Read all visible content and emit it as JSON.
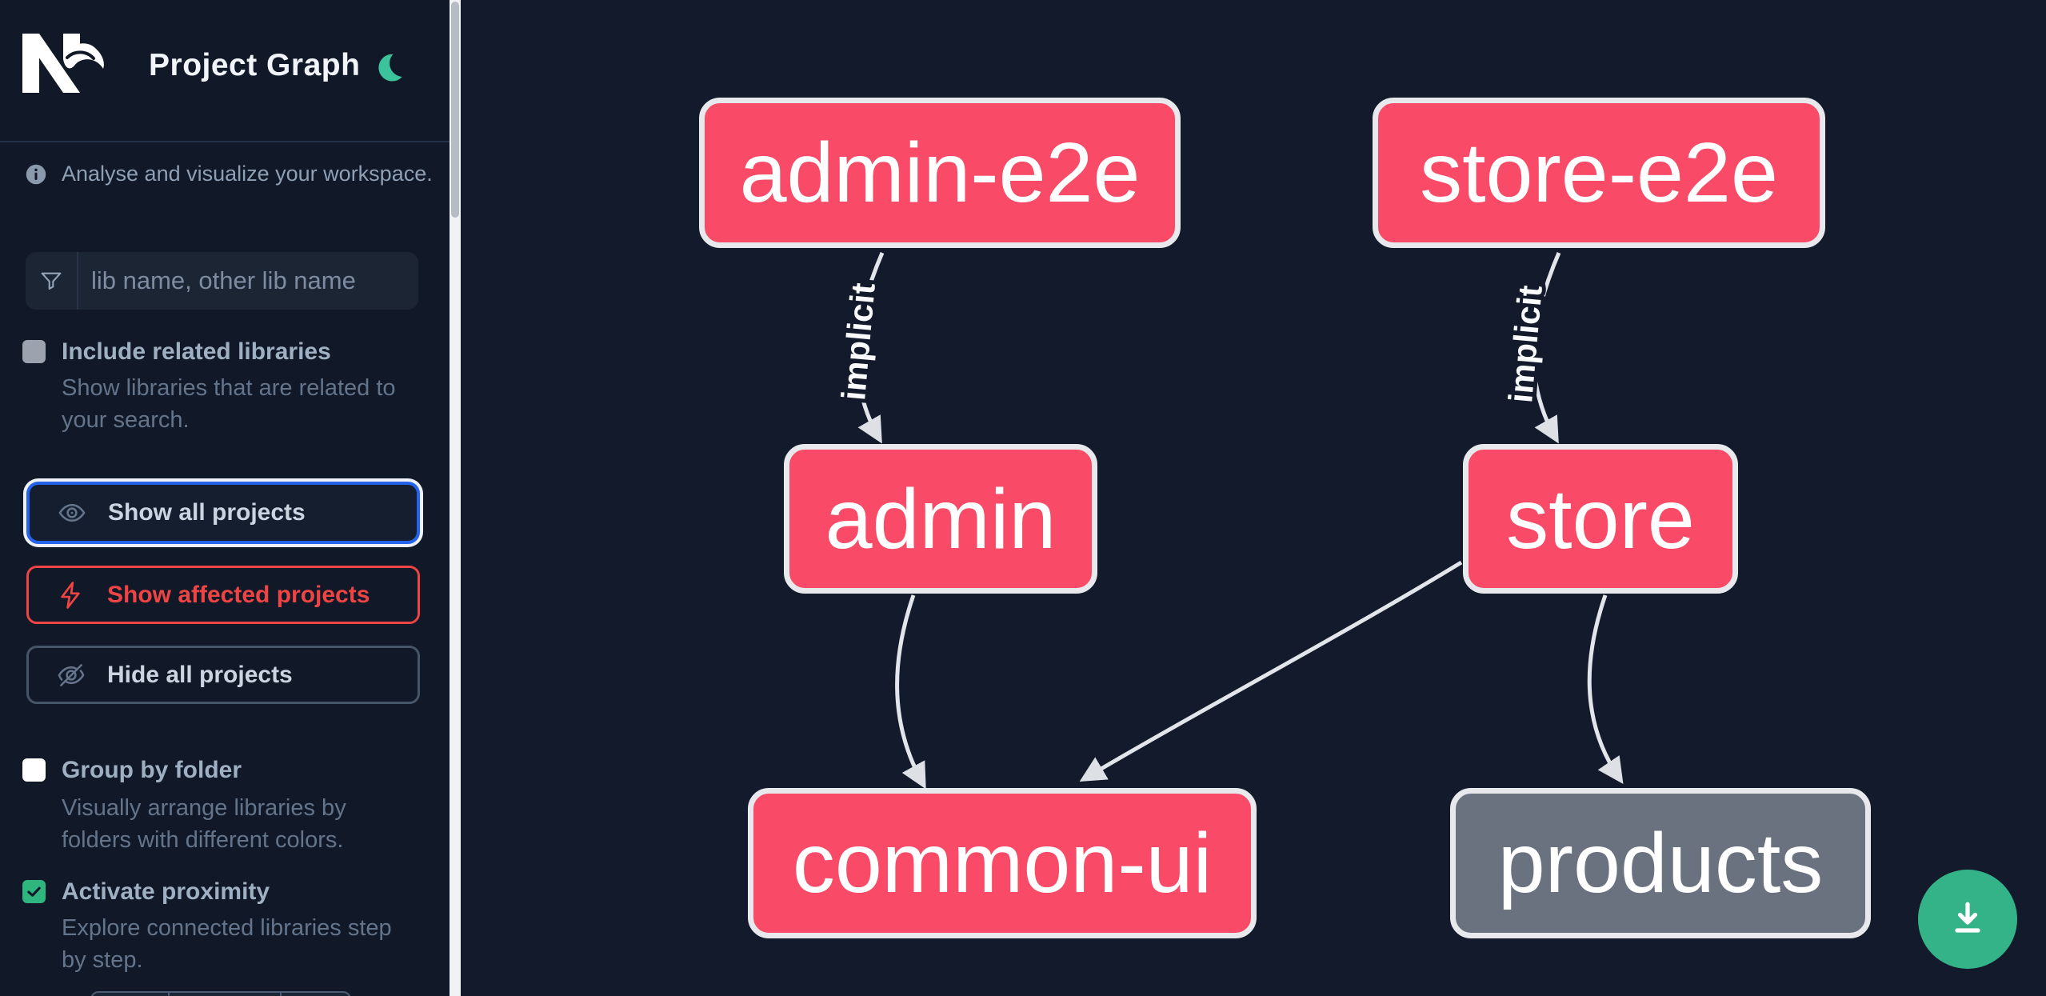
{
  "header": {
    "title": "Project Graph",
    "logo": "nx-logo",
    "theme_icon": "moon-icon"
  },
  "sidebar": {
    "tagline": "Analyse and visualize your workspace.",
    "search": {
      "icon": "filter-funnel-icon",
      "placeholder": "lib name, other lib name",
      "value": ""
    },
    "options": [
      {
        "label": "Include related libraries",
        "description": "Show libraries that are related to your search.",
        "checked": false
      },
      {
        "label": "Group by folder",
        "description": "Visually arrange libraries by folders with different colors.",
        "checked": false
      },
      {
        "label": "Activate proximity",
        "description": "Explore connected libraries step by step.",
        "checked": true
      }
    ],
    "buttons": [
      {
        "label": "Show all projects",
        "icon": "eye-icon",
        "state": "selected",
        "accent": "#2563eb"
      },
      {
        "label": "Show affected projects",
        "icon": "bolt-icon",
        "state": "normal",
        "accent": "#ef4444"
      },
      {
        "label": "Hide all projects",
        "icon": "eye-off-icon",
        "state": "normal",
        "accent": "#475569"
      }
    ]
  },
  "graph": {
    "nodes": [
      {
        "id": "admin-e2e",
        "label": "admin-e2e",
        "color": "#f94b67"
      },
      {
        "id": "store-e2e",
        "label": "store-e2e",
        "color": "#f94b67"
      },
      {
        "id": "admin",
        "label": "admin",
        "color": "#f94b67"
      },
      {
        "id": "store",
        "label": "store",
        "color": "#f94b67"
      },
      {
        "id": "common-ui",
        "label": "common-ui",
        "color": "#f94b67"
      },
      {
        "id": "products",
        "label": "products",
        "color": "#6a7280"
      }
    ],
    "edges": [
      {
        "from": "admin-e2e",
        "to": "admin",
        "label": "implicit"
      },
      {
        "from": "store-e2e",
        "to": "store",
        "label": "implicit"
      },
      {
        "from": "admin",
        "to": "common-ui",
        "label": ""
      },
      {
        "from": "store",
        "to": "common-ui",
        "label": ""
      },
      {
        "from": "store",
        "to": "products",
        "label": ""
      }
    ]
  },
  "fab": {
    "icon": "download-icon",
    "color": "#34b389"
  },
  "colors": {
    "sidebar_bg": "#111827",
    "canvas_bg": "#121a2b",
    "node_pink": "#f94b67",
    "node_gray": "#6a7280",
    "node_border": "#e7e9ec",
    "edge": "#e2e5ea",
    "accent_blue": "#2563eb",
    "accent_red": "#ef4444",
    "fab_green": "#34b389",
    "moon_green": "#3cc39b",
    "checkbox_green": "#2eb67e"
  }
}
